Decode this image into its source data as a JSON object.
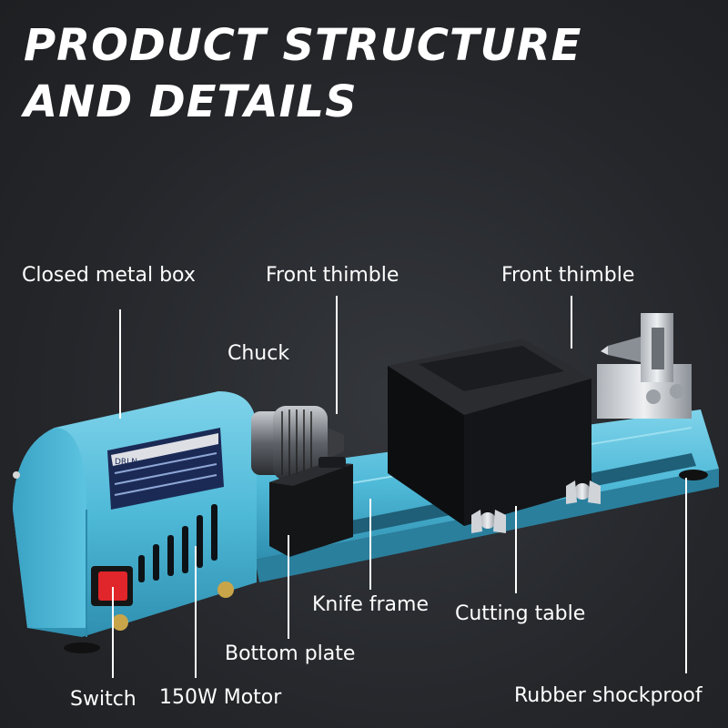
{
  "headline": {
    "line1": "PRODUCT STRUCTURE",
    "line2": "AND DETAILS"
  },
  "labels": {
    "closed_metal_box": "Closed metal box",
    "front_thimble_left": "Front thimble",
    "front_thimble_right": "Front thimble",
    "chuck": "Chuck",
    "knife_frame": "Knife frame",
    "cutting_table": "Cutting table",
    "bottom_plate": "Bottom plate",
    "rubber_shockproof": "Rubber shockproof",
    "switch": "Switch",
    "motor": "150W Motor"
  },
  "nameplate": {
    "brand": "DRLN"
  },
  "colors": {
    "background": "#25272b",
    "machine_body": "#4fb9d8",
    "switch": "#e0262a",
    "cutting_table": "#111214",
    "text": "#ffffff"
  }
}
